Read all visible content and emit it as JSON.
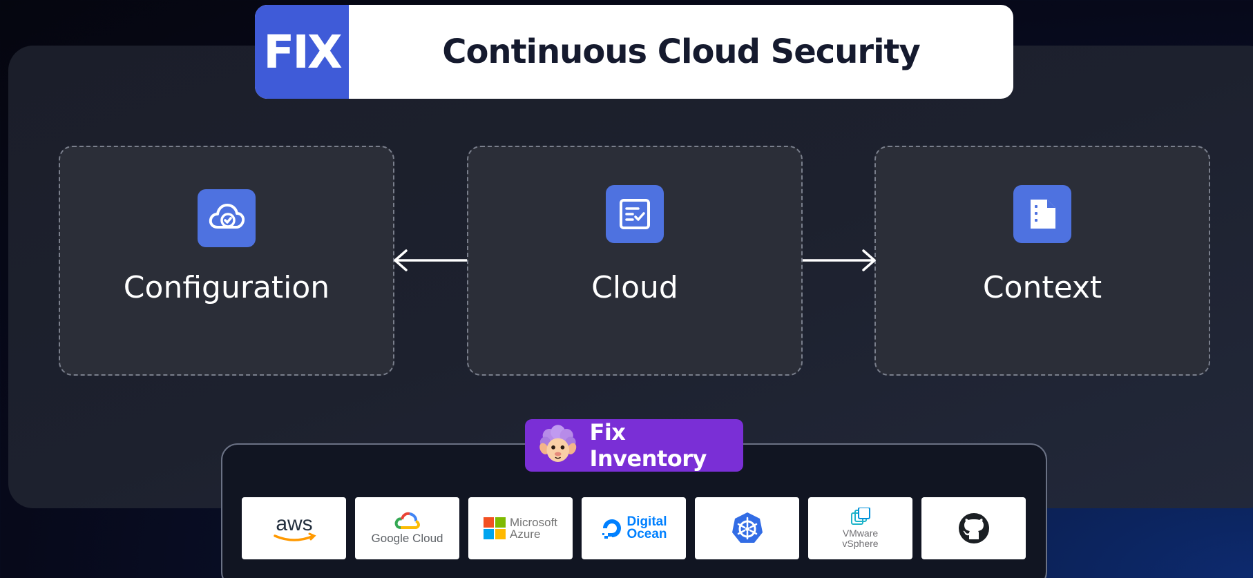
{
  "header": {
    "logo_text": "FIX",
    "title": "Continuous Cloud Security"
  },
  "cards": [
    {
      "label": "Configuration",
      "icon": "cloud-check-icon"
    },
    {
      "label": "Cloud",
      "icon": "checklist-icon"
    },
    {
      "label": "Context",
      "icon": "document-icon"
    }
  ],
  "inventory": {
    "label": "Fix Inventory",
    "mascot": "sheep-mascot-icon",
    "providers": [
      {
        "name": "aws",
        "text": "aws"
      },
      {
        "name": "google-cloud",
        "text": "Google Cloud"
      },
      {
        "name": "microsoft-azure",
        "line1": "Microsoft",
        "line2": "Azure"
      },
      {
        "name": "digital-ocean",
        "line1": "Digital",
        "line2": "Ocean"
      },
      {
        "name": "kubernetes",
        "text": ""
      },
      {
        "name": "vmware-vsphere",
        "line1": "VMware",
        "line2": "vSphere"
      },
      {
        "name": "github",
        "text": ""
      }
    ]
  },
  "colors": {
    "accent_blue": "#3f5bd8",
    "icon_blue": "#4e72e0",
    "inventory_purple": "#7a2fd6"
  }
}
